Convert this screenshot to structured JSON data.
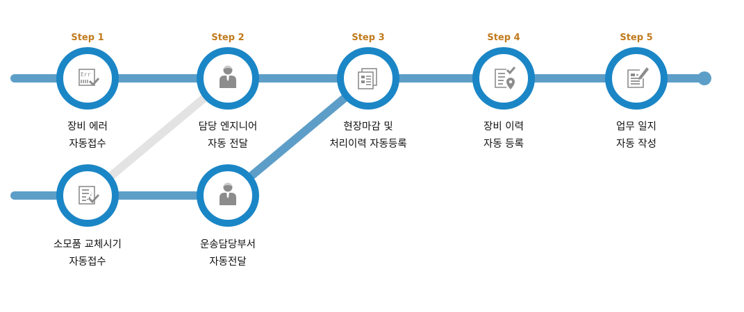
{
  "colors": {
    "track": "#5d9ec8",
    "connector_gray": "#e3e3e3",
    "ring": "#1b86c6",
    "icon": "#8c8c8c",
    "step_text": "#c07a1c",
    "label_text": "#111111"
  },
  "steps": [
    {
      "id": "step-1",
      "label": "Step 1"
    },
    {
      "id": "step-2",
      "label": "Step 2"
    },
    {
      "id": "step-3",
      "label": "Step 3"
    },
    {
      "id": "step-4",
      "label": "Step 4"
    },
    {
      "id": "step-5",
      "label": "Step 5"
    }
  ],
  "nodes": [
    {
      "id": "equipment-error",
      "icon": "error-code-icon",
      "lines": [
        "장비 에러",
        "자동접수"
      ]
    },
    {
      "id": "engineer-delivery",
      "icon": "person-icon",
      "lines": [
        "담당 엔지니어",
        "자동 전달"
      ]
    },
    {
      "id": "site-closing",
      "icon": "documents-icon",
      "lines": [
        "현장마감 및",
        "처리이력 자동등록"
      ]
    },
    {
      "id": "equipment-history",
      "icon": "checklist-location-icon",
      "lines": [
        "장비 이력",
        "자동 등록"
      ]
    },
    {
      "id": "work-log",
      "icon": "document-edit-icon",
      "lines": [
        "업무 일지",
        "자동 작성"
      ]
    },
    {
      "id": "consumable-replacement",
      "icon": "checklist-icon",
      "lines": [
        "소모품 교체시기",
        "자동접수"
      ]
    },
    {
      "id": "transport-delivery",
      "icon": "person-icon",
      "lines": [
        "운송담당부서",
        "자동전달"
      ]
    }
  ],
  "icon_text": {
    "error_code": "Err"
  }
}
